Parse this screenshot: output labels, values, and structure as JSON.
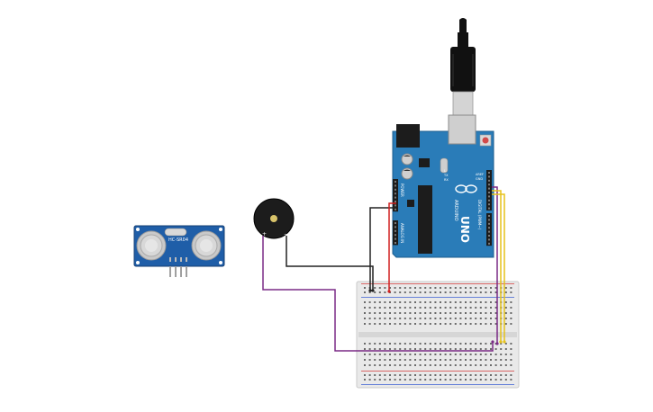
{
  "components": {
    "ultrasonic_sensor": {
      "model_label": "HC-SR04"
    },
    "buzzer": {
      "pos_label": "+",
      "neg_label": "−"
    },
    "arduino": {
      "brand_text": "ARDUINO",
      "model_text": "UNO",
      "digital_label": "DIGITAL (PWM~)",
      "analog_label": "ANALOG IN",
      "power_label": "POWER",
      "aref_label": "AREF",
      "gnd_label": "GND",
      "tx_label": "TX",
      "rx_label": "RX",
      "l_label": "L"
    },
    "breadboard": {}
  },
  "colors": {
    "arduino_board": "#2a7cb8",
    "sensor_board": "#1f5ea8",
    "buzzer_body": "#1c1c1c",
    "breadboard": "#e9e9e9",
    "wire_black": "#222222",
    "wire_red": "#d11f1f",
    "wire_purple": "#7a2a86",
    "wire_yellow": "#e6c21a",
    "usb_plug": "#111111",
    "rail_red": "#d33b3b",
    "rail_blue": "#3b5fd3"
  },
  "icons": [
    "usb-plug-icon",
    "reset-button-icon",
    "power-jack-icon",
    "chip-icon"
  ]
}
